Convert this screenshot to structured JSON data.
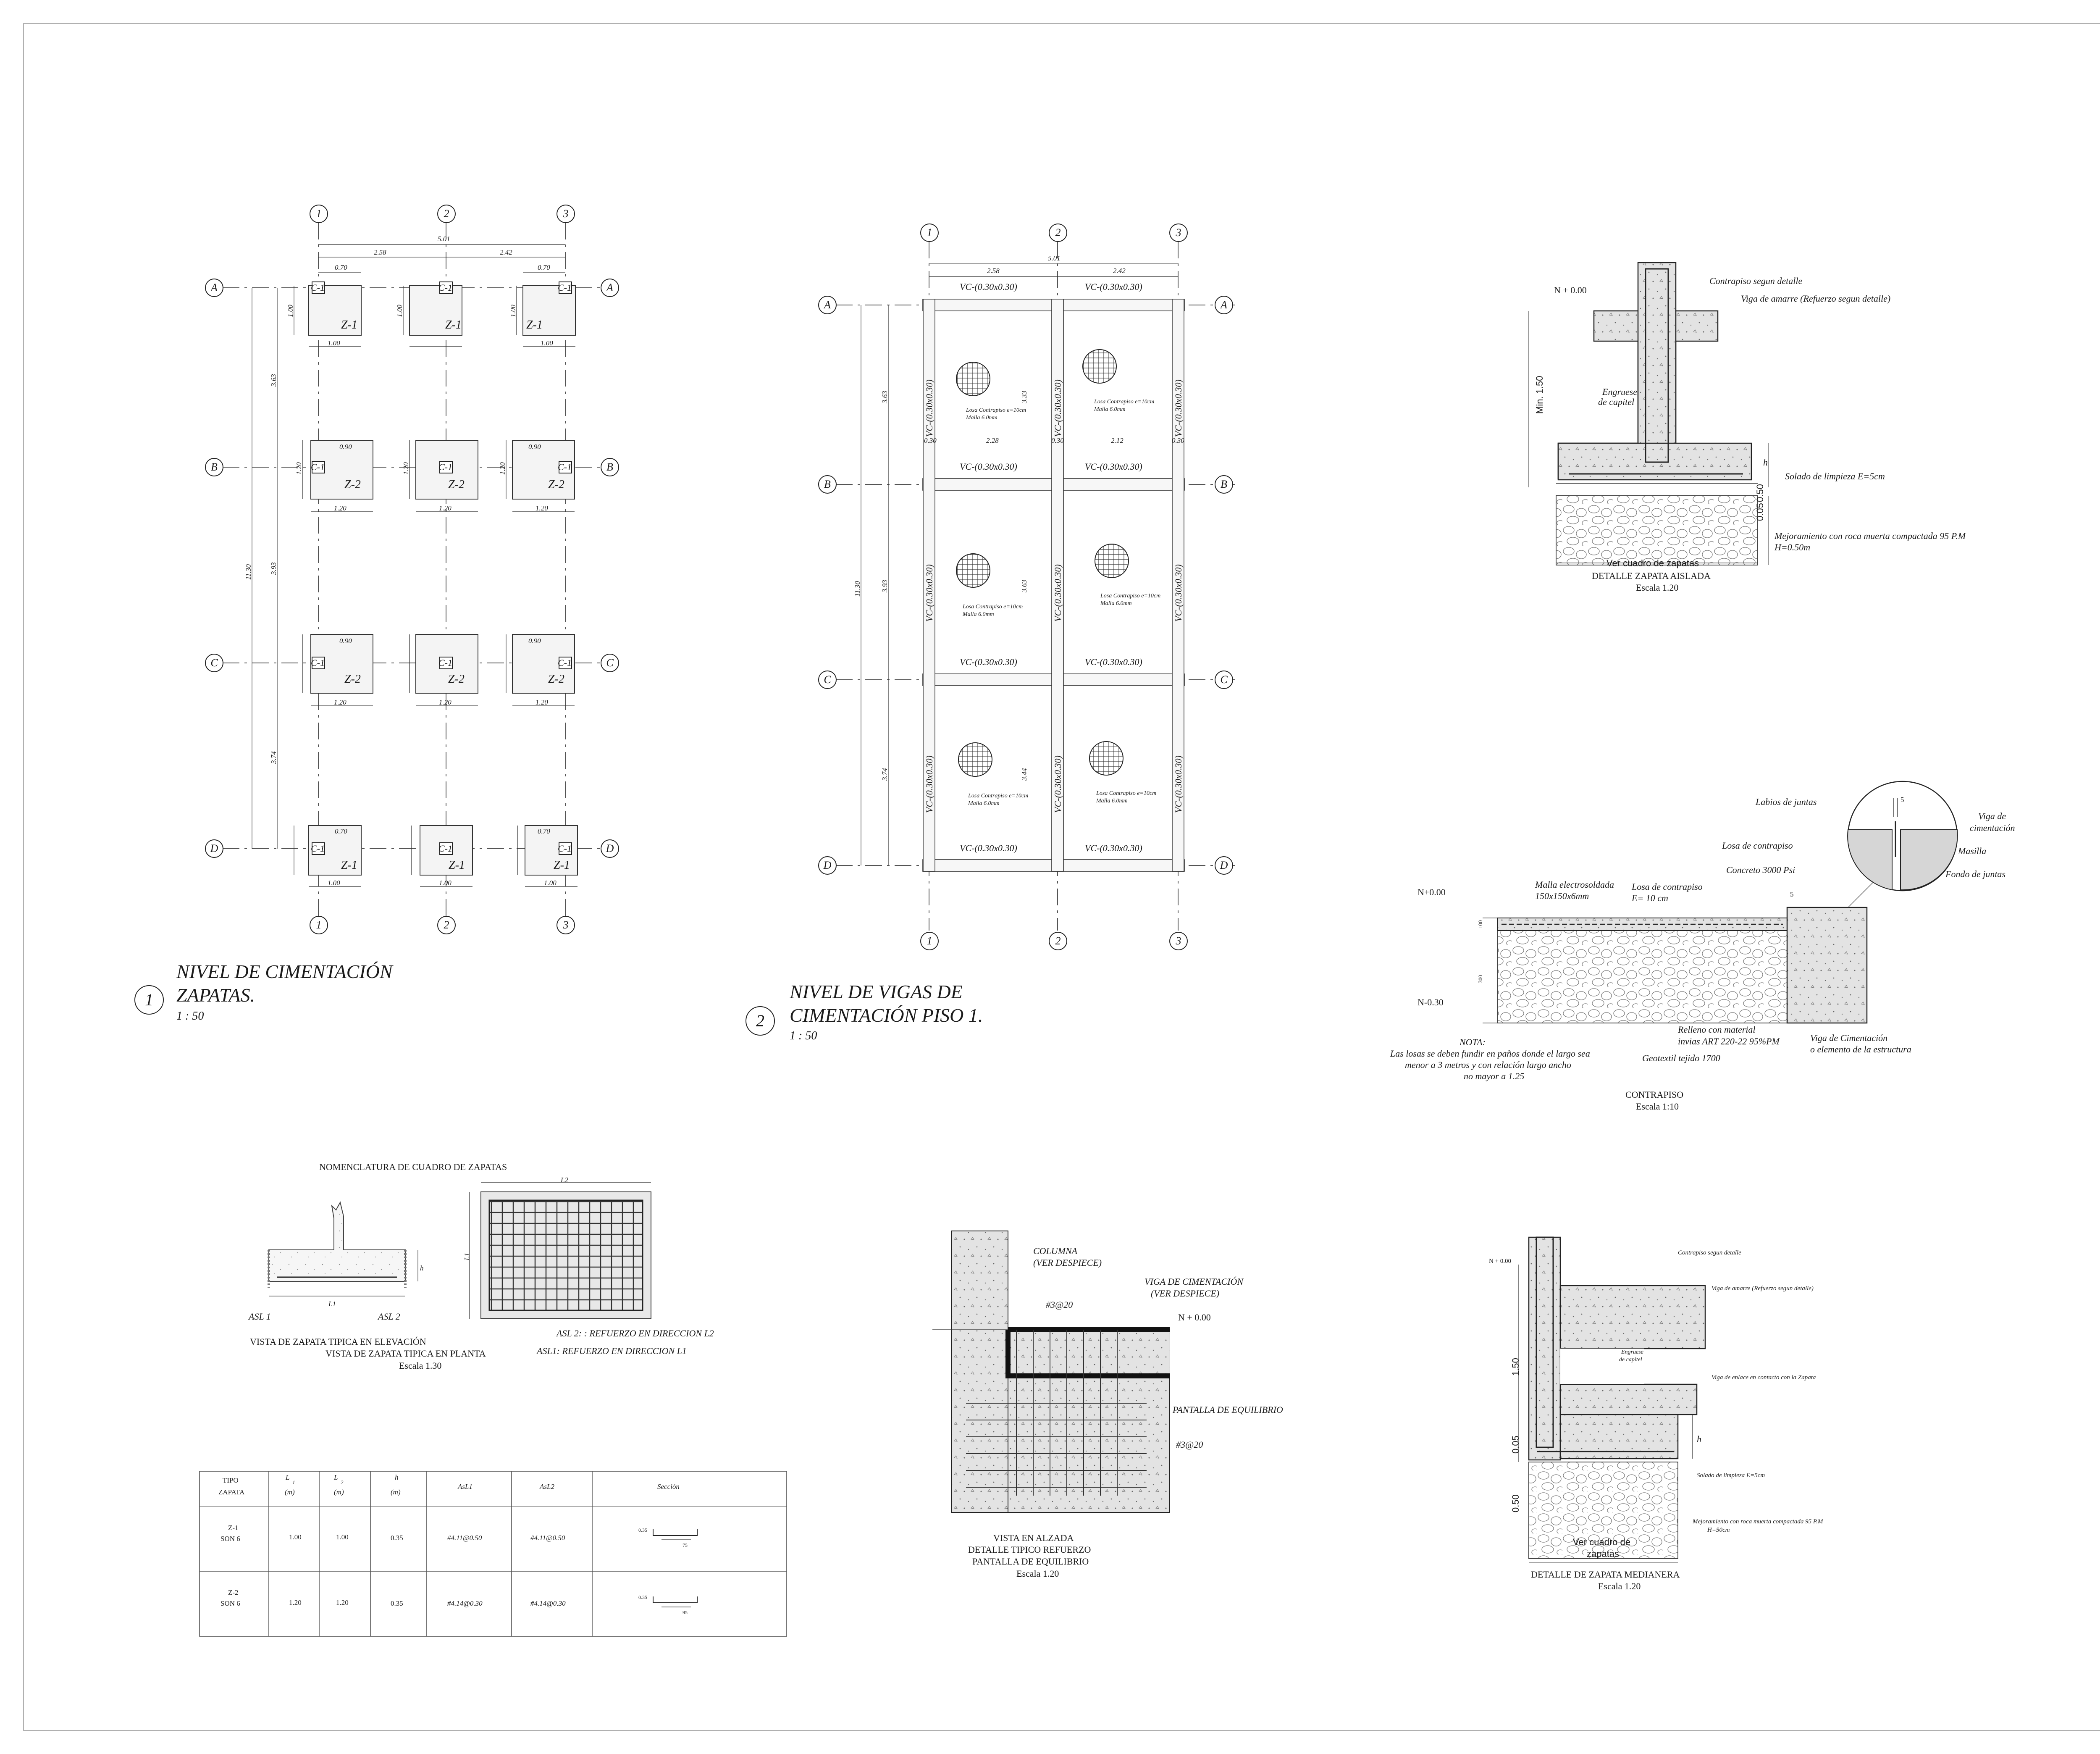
{
  "plan1": {
    "grid_cols": [
      "1",
      "2",
      "3"
    ],
    "grid_rows": [
      "A",
      "B",
      "C",
      "D"
    ],
    "dim_total_x": "5.01",
    "dim_x": [
      "2.58",
      "2.42"
    ],
    "dim_total_y": "11.30",
    "dim_y": [
      "3.63",
      "3.93",
      "3.74"
    ],
    "col_label": "C-1",
    "z1": "Z-1",
    "z2": "Z-2",
    "d070": "0.70",
    "d090": "0.90",
    "d100": "1.00",
    "d120": "1.20",
    "title_num": "1",
    "title_line1": "NIVEL DE CIMENTACIÓN",
    "title_line2": "ZAPATAS.",
    "scale": "1 : 50"
  },
  "plan2": {
    "dim_total_x": "5.01",
    "dim_x": [
      "2.58",
      "2.42"
    ],
    "dim_total_y": "11.30",
    "dim_y": [
      "3.63",
      "3.93",
      "3.74"
    ],
    "beam": "VC-(0.30x0.30)",
    "slab_note1": "Losa Contrapiso e=10cm",
    "slab_note2": "Malla 6.0mm",
    "d030": "0.30",
    "d228": "2.28",
    "d212": "2.12",
    "d333": "3.33",
    "d363": "3.63",
    "d344": "3.44",
    "title_num": "2",
    "title_line1": "NIVEL DE VIGAS DE",
    "title_line2": "CIMENTACIÓN PISO 1.",
    "scale": "1 : 50"
  },
  "zapata_aislada": {
    "level": "N + 0.00",
    "contrapiso": "Contrapiso  segun detalle",
    "viga": "Viga de amarre (Refuerzo segun detalle)",
    "engruese1": "Engruese",
    "engruese2": "de capitel",
    "min": "Min. 1.50",
    "h": "h",
    "solado": "Solado de limpieza E=5cm",
    "d005": "0.05",
    "d050": "0.50",
    "mejora1": "Mejoramiento con roca muerta compactada 95 P.M",
    "mejora2": "H=0.50m",
    "ver": "Ver cuadro de zapatas",
    "title": "DETALLE ZAPATA AISLADA",
    "scale": "Escala 1.20"
  },
  "contrapiso": {
    "labios": "Labios de juntas",
    "losa_contra": "Losa de contrapiso",
    "viga_cim1": "Viga de",
    "viga_cim2": "cimentación",
    "masilla": "Masilla",
    "fondo": "Fondo de juntas",
    "d5": "5",
    "malla1": "Malla electrosoldada",
    "malla2": "150x150x6mm",
    "losa1": "Losa de contrapiso",
    "losa2": "E= 10 cm",
    "concreto": "Concreto 3000 Psi",
    "n000": "N+0.00",
    "n030": "N-0.30",
    "d100": "100",
    "d300": "300",
    "nota_t": "NOTA:",
    "nota1": "Las losas se deben fundir en paños donde el largo sea",
    "nota2": "menor a 3 metros y con relación largo ancho",
    "nota3": "no mayor a 1.25",
    "relleno1": "Relleno con material",
    "relleno2": "invias ART 220-22 95%PM",
    "geotextil": "Geotextil tejido 1700",
    "vigac1": "Viga de Cimentación",
    "vigac2": "o elemento de la estructura",
    "title": "CONTRAPISO",
    "scale": "Escala 1:10"
  },
  "nomenclatura": {
    "title": "NOMENCLATURA DE CUADRO DE ZAPATAS",
    "asl1": "ASL 1",
    "asl2": "ASL 2",
    "l1": "L1",
    "l2": "L2",
    "h": "h",
    "vista1": "VISTA DE ZAPATA TIPICA EN ELEVACIÓN",
    "vista2": "VISTA DE ZAPATA TIPICA EN PLANTA",
    "scale": "Escala 1.30",
    "note_l2": "ASL 2: : REFUERZO EN DIRECCION L2",
    "note_l1": "ASL1: REFUERZO EN DIRECCION L1"
  },
  "tabla": {
    "headers": [
      "TIPO",
      "ZAPATA",
      "L",
      "1",
      "(m)",
      "L",
      "2",
      "(m)",
      "h",
      "(m)",
      "AsL1",
      "AsL2",
      "Sección"
    ],
    "rows": [
      {
        "tipo": "Z-1",
        "son": "SON 6",
        "l1": "1.00",
        "l2": "1.00",
        "h": "0.35",
        "a1": "#4.11@0.50",
        "a2": "#4.11@0.50",
        "s1": "0.35",
        "s2": "75"
      },
      {
        "tipo": "Z-2",
        "son": "SON 6",
        "l1": "1.20",
        "l2": "1.20",
        "h": "0.35",
        "a1": "#4.14@0.30",
        "a2": "#4.14@0.30",
        "s1": "0.35",
        "s2": "95"
      }
    ]
  },
  "pantalla": {
    "columna1": "COLUMNA",
    "columna2": "(VER DESPIECE)",
    "viga1": "VIGA DE CIMENTACIÓN",
    "viga2": "(VER DESPIECE)",
    "bar": "#3@20",
    "level": "N + 0.00",
    "pantalla": "PANTALLA DE EQUILIBRIO",
    "t1": "VISTA EN ALZADA",
    "t2": "DETALLE TIPICO REFUERZO",
    "t3": "PANTALLA DE EQUILIBRIO",
    "scale": "Escala 1.20"
  },
  "medianera": {
    "level": "N + 0.00",
    "contrapiso": "Contrapiso  segun detalle",
    "viga": "Viga de amarre (Refuerzo segun detalle)",
    "engruese1": "Engruese",
    "engruese2": "de capitel",
    "enlace": "Viga de enlace en contacto con la Zapata",
    "d150": "1.50",
    "d005": "0.05",
    "h": "h",
    "solado": "Solado de limpieza E=5cm",
    "d050": "0.50",
    "mejora1": "Mejoramiento con roca muerta compactada 95 P.M",
    "mejora2": "H=50cm",
    "ver1": "Ver cuadro de",
    "ver2": "zapatas",
    "title": "DETALLE DE ZAPATA MEDIANERA",
    "scale": "Escala 1.20"
  }
}
